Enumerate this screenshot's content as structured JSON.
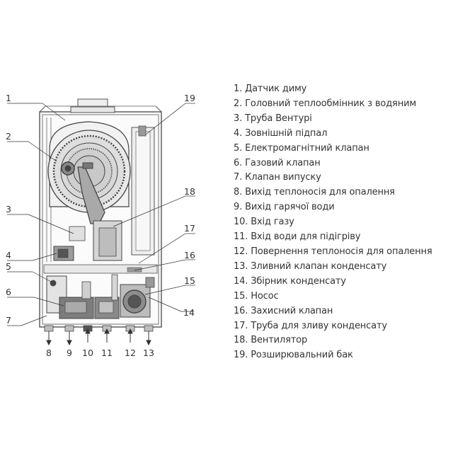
{
  "callouts": {
    "c1": "1",
    "c2": "2",
    "c3": "3",
    "c4": "4",
    "c5": "5",
    "c6": "6",
    "c7": "7",
    "c8": "8",
    "c9": "9",
    "c10": "10",
    "c11": "11",
    "c12": "12",
    "c13": "13",
    "c14": "14",
    "c15": "15",
    "c16": "16",
    "c17": "17",
    "c18": "18",
    "c19": "19"
  },
  "legend": [
    {
      "num": "1.",
      "label": "Датчик диму"
    },
    {
      "num": "2.",
      "label": "Головний теплообмінник з водяним"
    },
    {
      "num": "3.",
      "label": "Труба Вентурі"
    },
    {
      "num": "4.",
      "label": "Зовнішній підпал"
    },
    {
      "num": "5.",
      "label": "Електромагнітний клапан"
    },
    {
      "num": "6.",
      "label": "Газовий клапан"
    },
    {
      "num": "7.",
      "label": "Клапан випуску"
    },
    {
      "num": "8.",
      "label": "Вихід теплоносія для опалення"
    },
    {
      "num": "9.",
      "label": "Вихід гарячої води"
    },
    {
      "num": "10.",
      "label": "Вхід газу"
    },
    {
      "num": "11.",
      "label": "Вхід води для підігріву"
    },
    {
      "num": "12.",
      "label": "Повернення теплоносія для опалення"
    },
    {
      "num": "13.",
      "label": "Зливний клапан конденсату"
    },
    {
      "num": "14.",
      "label": "Збірник конденсату"
    },
    {
      "num": "15.",
      "label": "Носос"
    },
    {
      "num": "16.",
      "label": "Захисний клапан"
    },
    {
      "num": "17.",
      "label": "Труба для зливу конденсату"
    },
    {
      "num": "18.",
      "label": "Вентилятор"
    },
    {
      "num": "19.",
      "label": "Розширювальний бак"
    }
  ]
}
